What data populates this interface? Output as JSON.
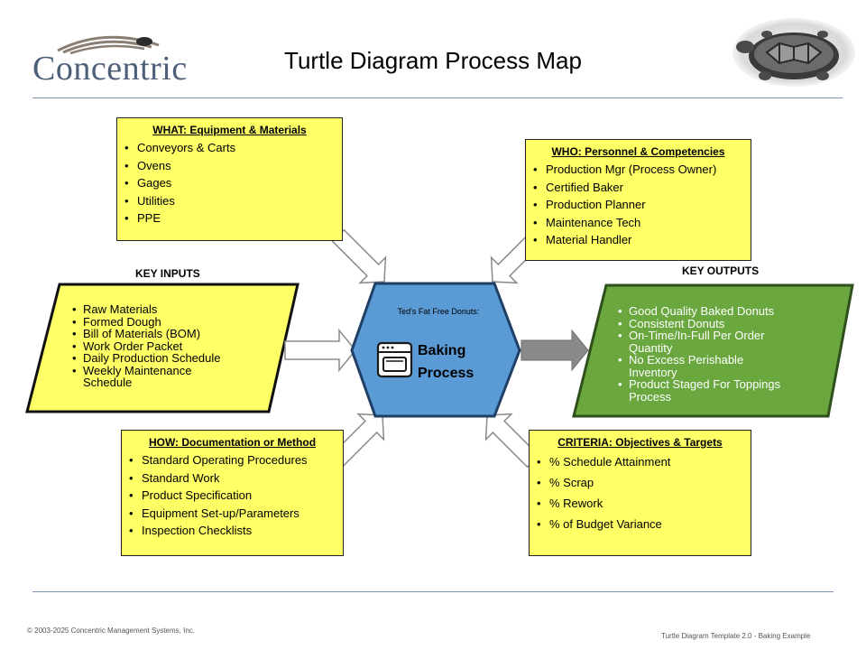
{
  "header": {
    "logo_text": "Concentric",
    "title": "Turtle Diagram Process Map"
  },
  "what": {
    "heading": "WHAT: Equipment & Materials",
    "items": [
      "Conveyors & Carts",
      "Ovens",
      "Gages",
      "Utilities",
      "PPE"
    ]
  },
  "who": {
    "heading": "WHO: Personnel & Competencies",
    "items": [
      "Production Mgr (Process Owner)",
      "Certified Baker",
      "Production Planner",
      "Maintenance Tech",
      "Material Handler"
    ]
  },
  "how": {
    "heading": "HOW: Documentation or Method",
    "items": [
      "Standard Operating Procedures",
      "Standard Work",
      "Product Specification",
      "Equipment Set-up/Parameters",
      "Inspection Checklists"
    ]
  },
  "criteria": {
    "heading": "CRITERIA: Objectives & Targets",
    "items": [
      "% Schedule Attainment",
      "% Scrap",
      "% Rework",
      "% of Budget Variance"
    ]
  },
  "inputs": {
    "label": "KEY INPUTS",
    "items": [
      "Raw Materials",
      "Formed Dough",
      "Bill of Materials (BOM)",
      "Work Order Packet",
      "Daily Production Schedule",
      "Weekly Maintenance Schedule"
    ]
  },
  "outputs": {
    "label": "KEY OUTPUTS",
    "items": [
      "Good Quality Baked Donuts",
      "Consistent Donuts",
      "On-Time/In-Full Per Order Quantity",
      "No Excess Perishable Inventory",
      "Product Staged For Toppings Process"
    ]
  },
  "process": {
    "subtitle": "Ted's Fat Free Donuts:",
    "name": "Baking Process"
  },
  "footer": {
    "copyright": "© 2003-2025 Concentric Management Systems, Inc.",
    "template": "Turtle Diagram Template 2.0 - Baking Example"
  },
  "colors": {
    "box_yellow": "#ffff66",
    "input_yellow": "#ffff66",
    "output_green": "#6aa83f",
    "process_blue": "#5b9bd5",
    "rule_blue": "#7f93b3"
  },
  "icons": [
    "concentric-logo-icon",
    "turtle-image-icon",
    "oven-icon"
  ]
}
